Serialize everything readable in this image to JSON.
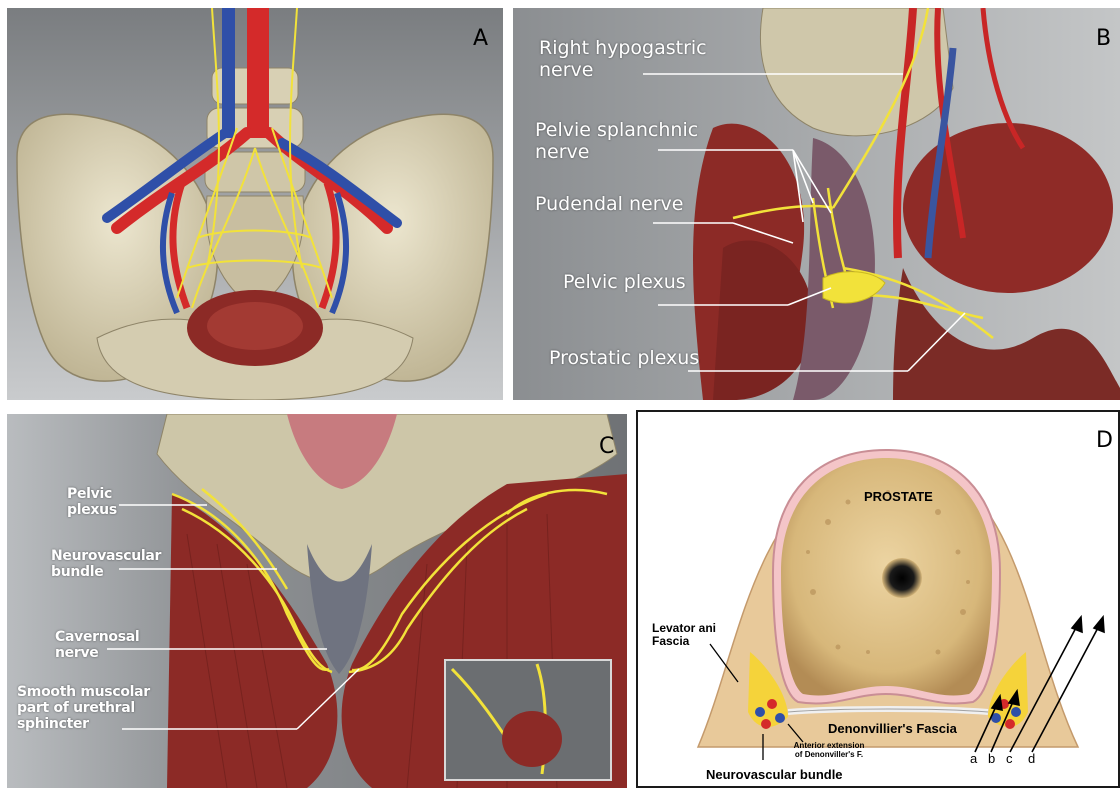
{
  "panels": {
    "a": {
      "letter": "A"
    },
    "b": {
      "letter": "B",
      "labels": {
        "hypogastric": "Right hypogastric nerve",
        "splanchnic": "Pelvie splanchnic nerve",
        "pudendal": "Pudendal nerve",
        "plexus": "Pelvic plexus",
        "prostatic": "Prostatic plexus"
      }
    },
    "c": {
      "letter": "C",
      "labels": {
        "plexus": "Pelvic plexus",
        "nvb": "Neurovascular bundle",
        "cavernosal": "Cavernosal nerve",
        "sphincter": "Smooth muscolar part of urethral sphincter"
      }
    },
    "d": {
      "letter": "D",
      "labels": {
        "prostate": "PROSTATE",
        "levator": "Levator ani Fascia",
        "denon": "Denonvillier's Fascia",
        "anterior": "Anterior extension of Denonviller's F.",
        "nvb": "Neurovascular bundle",
        "a": "a",
        "b": "b",
        "c": "c",
        "d": "d"
      }
    }
  },
  "colors": {
    "nerve": "#f2e23a",
    "artery": "#d42a2a",
    "vein": "#2f4fa8",
    "bone": "#d9d2b8",
    "muscle": "#8c2a26",
    "prostate_fill": "#d7b77a",
    "fascia": "#e8c99a"
  }
}
